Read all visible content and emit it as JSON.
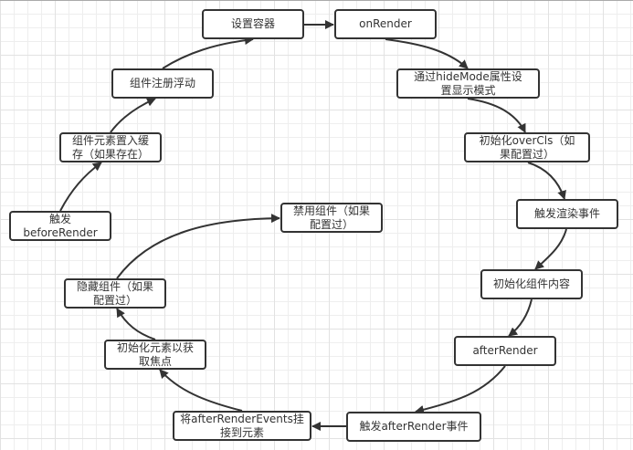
{
  "diagram": {
    "type": "flowchart",
    "colors": {
      "stroke": "#333333",
      "node_fill": "#ffffff",
      "text": "#333333",
      "grid_minor": "#eeeeee",
      "grid_major": "#e2e2e2"
    },
    "nodes": [
      {
        "id": "n1",
        "label": "设置容器"
      },
      {
        "id": "n2",
        "label": "onRender"
      },
      {
        "id": "n3",
        "label": "通过hideMode属性设置显示模式"
      },
      {
        "id": "n4",
        "label": "初始化overCls（如果配置过）"
      },
      {
        "id": "n5",
        "label": "触发渲染事件"
      },
      {
        "id": "n6",
        "label": "初始化组件内容"
      },
      {
        "id": "n7",
        "label": "afterRender"
      },
      {
        "id": "n8",
        "label": "触发afterRender事件"
      },
      {
        "id": "n9",
        "label": "将afterRenderEvents挂接到元素"
      },
      {
        "id": "n10",
        "label": "初始化元素以获取焦点"
      },
      {
        "id": "n11",
        "label": "隐藏组件（如果配置过）"
      },
      {
        "id": "n12",
        "label": "禁用组件（如果配置过）"
      },
      {
        "id": "n13",
        "label": "触发 beforeRender"
      },
      {
        "id": "n14",
        "label": "组件元素置入缓存（如果存在）"
      },
      {
        "id": "n15",
        "label": "组件注册浮动"
      }
    ],
    "edges": [
      {
        "from": "n1",
        "to": "n2"
      },
      {
        "from": "n2",
        "to": "n3"
      },
      {
        "from": "n3",
        "to": "n4"
      },
      {
        "from": "n4",
        "to": "n5"
      },
      {
        "from": "n5",
        "to": "n6"
      },
      {
        "from": "n6",
        "to": "n7"
      },
      {
        "from": "n7",
        "to": "n8"
      },
      {
        "from": "n8",
        "to": "n9"
      },
      {
        "from": "n9",
        "to": "n10"
      },
      {
        "from": "n10",
        "to": "n11"
      },
      {
        "from": "n11",
        "to": "n12"
      },
      {
        "from": "n13",
        "to": "n14"
      },
      {
        "from": "n14",
        "to": "n15"
      },
      {
        "from": "n15",
        "to": "n1"
      }
    ]
  }
}
